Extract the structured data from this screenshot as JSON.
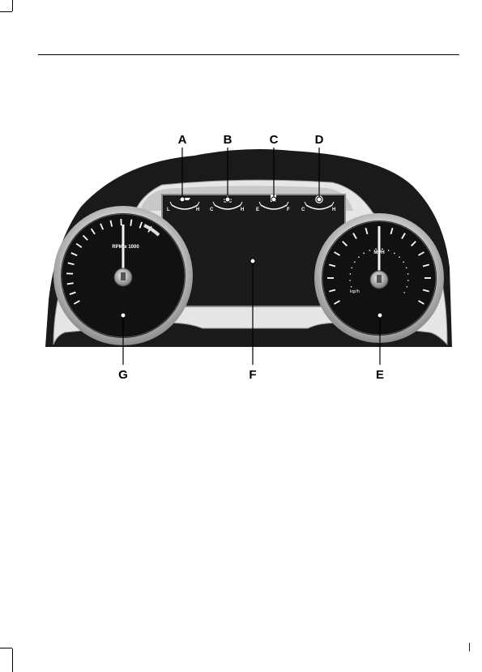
{
  "page": {
    "footer_mark": "|"
  },
  "figure": {
    "callouts": {
      "A": "A",
      "B": "B",
      "C": "C",
      "D": "D",
      "E": "E",
      "F": "F",
      "G": "G"
    },
    "gauges": {
      "oil": {
        "low": "L",
        "high": "H",
        "icon": "oil-pressure-icon"
      },
      "temp": {
        "low": "C",
        "high": "H",
        "icon": "engine-temperature-icon"
      },
      "fuel": {
        "low": "E",
        "high": "F",
        "icon": "fuel-pump-icon"
      },
      "trans": {
        "low": "C",
        "high": "H",
        "icon": "transmission-temperature-icon"
      }
    },
    "tachometer": {
      "label": "RPM x 1000"
    },
    "speedometer": {
      "unit_main": "MPH",
      "unit_secondary": "km/h"
    }
  }
}
